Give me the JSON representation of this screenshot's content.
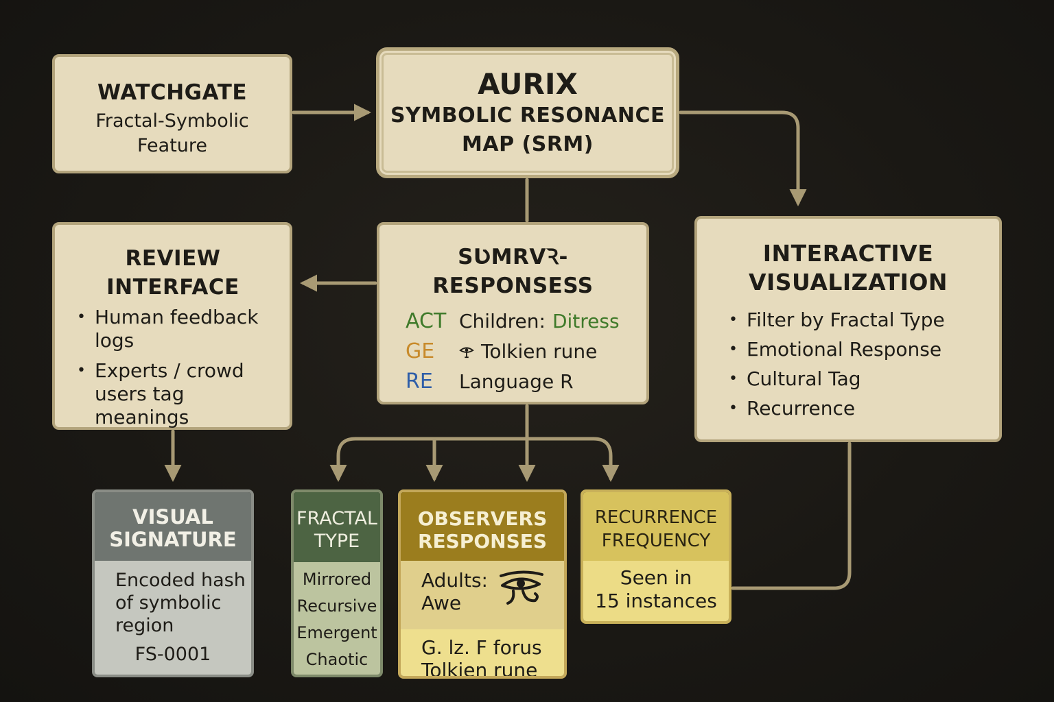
{
  "watchgate": {
    "title": "WATCHGATE",
    "subtitle_line1": "Fractal-Symbolic",
    "subtitle_line2": "Feature"
  },
  "aurix": {
    "title": "AURIX",
    "subtitle_line1": "SYMBOLIC RESONANCE",
    "subtitle_line2": "MAP (SRM)"
  },
  "review": {
    "title_line1": "REVIEW",
    "title_line2": "INTERFACE",
    "bullets": [
      {
        "line1": "Human feedback",
        "line2": "logs"
      },
      {
        "line1": "Experts / crowd",
        "line2": "users tag meanings"
      }
    ]
  },
  "responses": {
    "title_line1": "SƲMRVꝚ-",
    "title_line2": "RESPONSESS",
    "rows": [
      {
        "code": "ACT",
        "code_color": "#3f7a2a",
        "label": "Children:",
        "value": "Ditress",
        "value_color": "#3f7a2a",
        "icon": ""
      },
      {
        "code": "GE",
        "code_color": "#c88a2a",
        "label": "Tolkien rune",
        "value": "",
        "icon": "eye-rune-icon"
      },
      {
        "code": "RE",
        "code_color": "#2f5ea8",
        "label": "Language R",
        "value": "",
        "icon": ""
      }
    ]
  },
  "interactive": {
    "title_line1": "INTERACTIVE",
    "title_line2": "VISUALIZATION",
    "bullets": [
      "Filter by Fractal Type",
      "Emotional Response",
      "Cultural Tag",
      "Recurrence"
    ]
  },
  "visual": {
    "title_line1": "VISUAL",
    "title_line2": "SIGNATURE",
    "text_line1": "Encoded hash",
    "text_line2": "of symbolic",
    "text_line3": "region",
    "code": "FS-0001"
  },
  "fractal": {
    "title_line1": "FRACTAL",
    "title_line2": "TYPE",
    "items": [
      "Mirrored",
      "Recursive",
      "Emergent",
      "Chaotic"
    ]
  },
  "observers": {
    "title_line1": "OBSERVERS",
    "title_line2": "RESPONSES",
    "mid_line1": "Adults:",
    "mid_line2": "Awe",
    "icon": "eye-of-horus-icon",
    "bot_line1": "G. lz. F forus",
    "bot_line2": "Tolkien rune"
  },
  "recurrence": {
    "title_line1": "RECURRENCE",
    "title_line2": "FREQUENCY",
    "text_line1": "Seen in",
    "text_line2": "15 instances"
  },
  "colors": {
    "connector": "#a89a74",
    "box_fill": "#e6dbbd",
    "box_border": "#b3a47c"
  }
}
